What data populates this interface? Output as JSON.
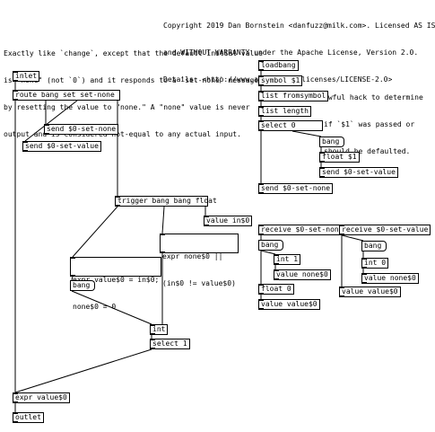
{
  "header_comment": {
    "line1": "Copyright 2019 Dan Bornstein <danfuzz@milk.com>. Licensed AS IS",
    "line2": "and WITHOUT WARRANTY under the Apache License, Version 2.0.",
    "line3": "Details: <http://www.apache.org/licenses/LICENSE-2.0>"
  },
  "description_comment": {
    "line1": "Exactly like `change`, except that the default initial value",
    "line2": "is \"none\" (not `0`) and it responds to a `set-none` message",
    "line3": "by resetting the value to \"none.\" A \"none\" value is never",
    "line4": "output and is considered not-equal to any actual input."
  },
  "hack_comment": {
    "line1": "Awful hack to determine",
    "line2": "if `$1` was passed or",
    "line3": "should be defaulted."
  },
  "objects": {
    "inlet": "inlet",
    "route": "route bang set set-none",
    "send_set_none": "send $0-set-none",
    "send_set_value": "send $0-set-value",
    "trigger": "trigger bang bang float",
    "value_in": "value in$0",
    "expr_set_line1": "expr value$0 = in$0;",
    "expr_set_line2": "none$0 = 0",
    "expr_ne_line1": "expr none$0 ||",
    "expr_ne_line2": "(in$0 != value$0)",
    "bang_main": "bang",
    "int_main": "int",
    "select_1": "select 1",
    "expr_value": "expr value$0",
    "outlet": "outlet",
    "loadbang": "loadbang",
    "symbol_1": "symbol $1",
    "list_fromsymbol": "list fromsymbol",
    "list_length": "list length",
    "select_0": "select 0",
    "bang_lb": "bang",
    "float_1": "float $1",
    "send_set_value_lb": "send $0-set-value",
    "send_set_none_lb": "send $0-set-none",
    "recv_set_none": "receive $0-set-none",
    "bang_sn": "bang",
    "int_1": "int 1",
    "value_none_sn": "value none$0",
    "float_0": "float 0",
    "value_value": "value value$0",
    "recv_set_value": "receive $0-set-value",
    "bang_sv": "bang",
    "int_0": "int 0",
    "value_none_sv": "value none$0",
    "value_value_sv": "value value$0"
  }
}
